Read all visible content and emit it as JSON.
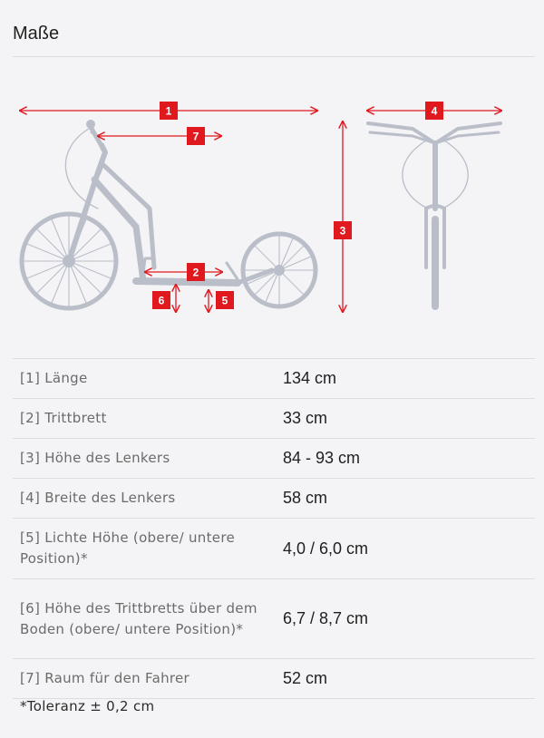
{
  "title": "Maße",
  "diagram": {
    "labels": [
      "1",
      "2",
      "3",
      "4",
      "5",
      "6",
      "7"
    ],
    "accent_color": "#e0191f",
    "scooter_color": "#b9bec9"
  },
  "specs": [
    {
      "key": "[1] Länge",
      "value": "134 cm"
    },
    {
      "key": "[2] Trittbrett",
      "value": "33 cm"
    },
    {
      "key": "[3] Höhe des Lenkers",
      "value": "84 - 93 cm"
    },
    {
      "key": "[4] Breite des Lenkers",
      "value": "58 cm"
    },
    {
      "key": "[5] Lichte Höhe (obere/ untere Position)*",
      "value": "4,0 / 6,0 cm"
    },
    {
      "key": "[6] Höhe des Trittbretts über dem Boden (obere/ untere Position)*",
      "value": "6,7 / 8,7 cm"
    },
    {
      "key": "[7] Raum für den Fahrer",
      "value": "52 cm"
    }
  ],
  "footnote": "*Toleranz ± 0,2 cm"
}
